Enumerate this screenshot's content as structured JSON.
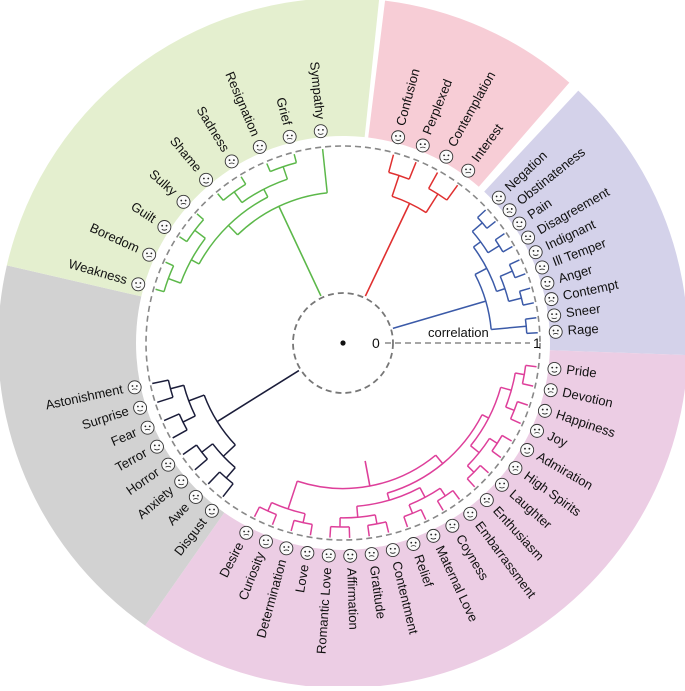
{
  "sectors": [
    {
      "id": "red",
      "fill": "#f7cdd6",
      "line": "#e03030",
      "labels": [
        "Confusion",
        "Perplexed",
        "Contemplation",
        "Interest"
      ]
    },
    {
      "id": "blue",
      "fill": "#d4d2ea",
      "line": "#3b5aa8",
      "labels": [
        "Negation",
        "Obstinateness",
        "Pain",
        "Disagreement",
        "Indignant",
        "Ill Temper",
        "Anger",
        "Contempt",
        "Sneer",
        "Rage"
      ]
    },
    {
      "id": "pink",
      "fill": "#eccde4",
      "line": "#de3f9a",
      "labels": [
        "Pride",
        "Devotion",
        "Happiness",
        "Joy",
        "Admiration",
        "High Spirits",
        "Laughter",
        "Enthusiasm",
        "Embarrassment",
        "Coyness",
        "Maternal Love",
        "Relief",
        "Contentment",
        "Gratitude",
        "Affirmation",
        "Romantic Love",
        "Love",
        "Determination",
        "Curiosity",
        "Desire"
      ]
    },
    {
      "id": "grey",
      "fill": "#d2d2d2",
      "line": "#1b1d3a",
      "labels": [
        "Disgust",
        "Awe",
        "Anxiety",
        "Horror",
        "Terror",
        "Fear",
        "Surprise",
        "Astonishment"
      ]
    },
    {
      "id": "green",
      "fill": "#e4efcf",
      "line": "#5cb84a",
      "labels": [
        "Weakness",
        "Boredom",
        "Guilt",
        "Sulky",
        "Shame",
        "Sadness",
        "Resignation",
        "Grief",
        "Sympathy"
      ]
    }
  ],
  "axis": {
    "zero": "0",
    "one": "1",
    "label": "correlation"
  }
}
